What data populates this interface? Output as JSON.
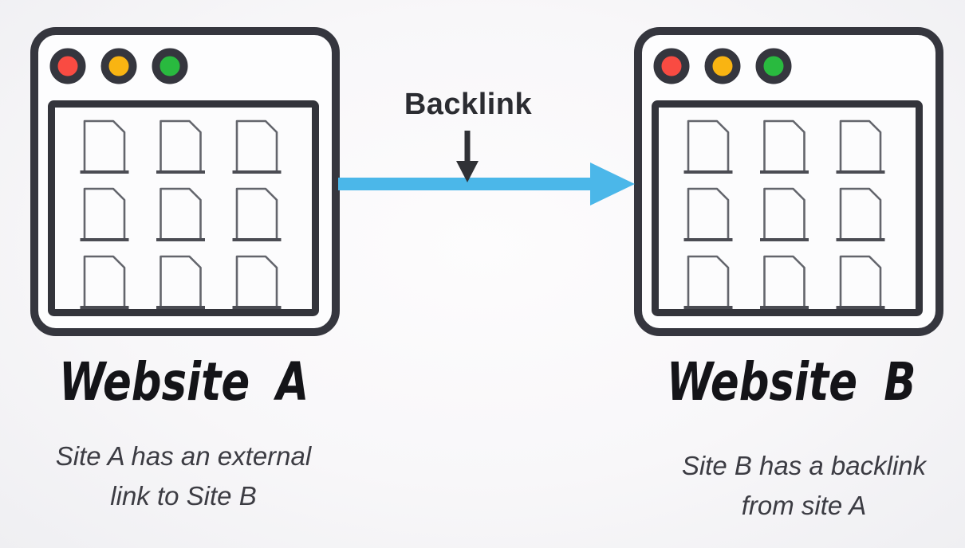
{
  "arrow": {
    "label": "Backlink"
  },
  "site_a": {
    "title": "Website A",
    "caption": "Site A has an external\nlink to Site B"
  },
  "site_b": {
    "title": "Website B",
    "caption": "Site B has a backlink\nfrom site A"
  },
  "colors": {
    "accent_blue": "#4bb7e9",
    "arrow_black": "#303136",
    "dot_red": "#f94b42",
    "dot_yellow": "#f9b412",
    "dot_green": "#29ba3f",
    "window_stroke": "#35363e",
    "title_text": "#141418",
    "caption_text": "#3c3c43"
  },
  "icons": {
    "traffic_lights": [
      "red-dot",
      "yellow-dot",
      "green-dot"
    ],
    "documents_per_window": 9,
    "document_grid": "3x3"
  }
}
